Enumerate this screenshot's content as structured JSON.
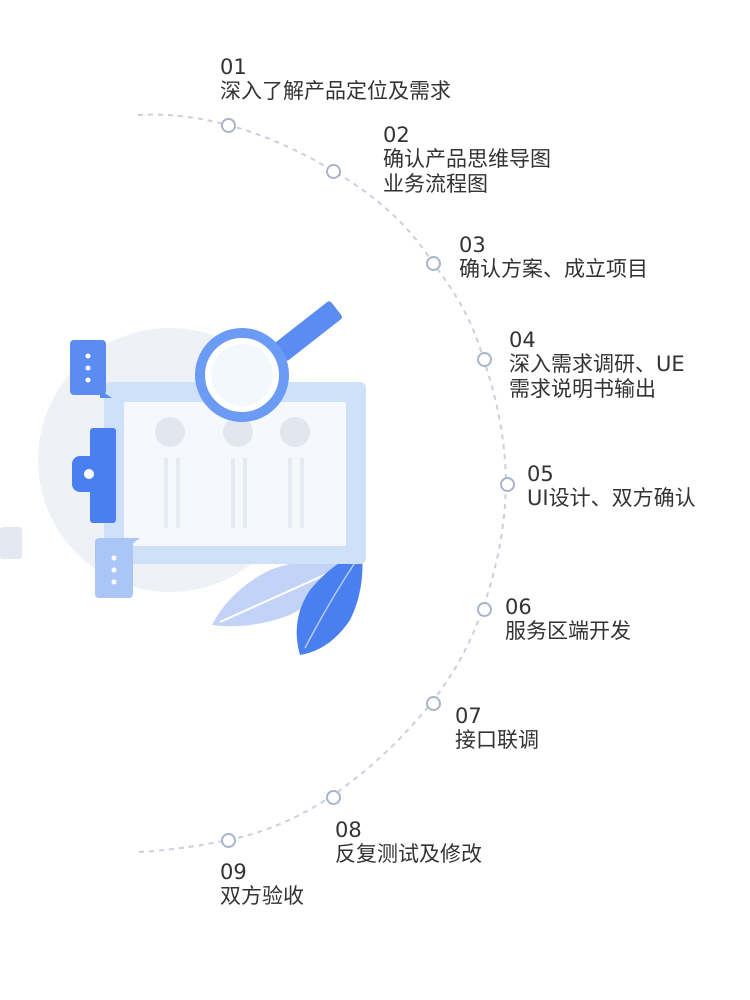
{
  "colors": {
    "arc_line": "#c9d0dc",
    "node_ring": "#a8b4c8",
    "text": "#333333",
    "accent_blue": "#4a7ff0",
    "light_blue": "#cfe1f9",
    "pale_bg": "#eef1f6"
  },
  "steps": [
    {
      "number": "01",
      "lines": [
        "深入了解产品定位及需求"
      ]
    },
    {
      "number": "02",
      "lines": [
        "确认产品思维导图",
        "业务流程图"
      ]
    },
    {
      "number": "03",
      "lines": [
        "确认方案、成立项目"
      ]
    },
    {
      "number": "04",
      "lines": [
        "深入需求调研、UE",
        "需求说明书输出"
      ]
    },
    {
      "number": "05",
      "lines": [
        "UI设计、双方确认"
      ]
    },
    {
      "number": "06",
      "lines": [
        "服务区端开发"
      ]
    },
    {
      "number": "07",
      "lines": [
        "接口联调"
      ]
    },
    {
      "number": "08",
      "lines": [
        "反复测试及修改"
      ]
    },
    {
      "number": "09",
      "lines": [
        "双方验收"
      ]
    }
  ],
  "illustration": {
    "icons": [
      "chat-bubble-icon",
      "magnifier-icon",
      "document-board-icon",
      "feather-icon"
    ]
  }
}
